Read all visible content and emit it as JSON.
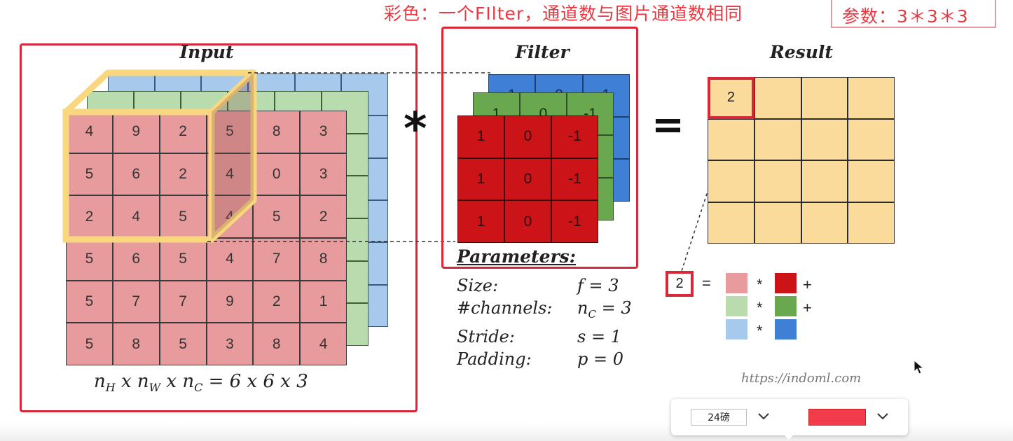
{
  "annotation": {
    "caption": "彩色：一个FIlter，通道数与图片通道数相同",
    "param_label": "参数：3＊3＊3"
  },
  "input": {
    "title": "Input",
    "red_values": [
      [
        "4",
        "9",
        "2",
        "5",
        "8",
        "3"
      ],
      [
        "5",
        "6",
        "2",
        "4",
        "0",
        "3"
      ],
      [
        "2",
        "4",
        "5",
        "4",
        "5",
        "2"
      ],
      [
        "5",
        "6",
        "5",
        "4",
        "7",
        "8"
      ],
      [
        "5",
        "7",
        "7",
        "9",
        "2",
        "1"
      ],
      [
        "5",
        "8",
        "5",
        "3",
        "8",
        "4"
      ]
    ],
    "dims_text": "= 6 x 6 x 3",
    "dims_symbols": [
      "n",
      "H",
      "x",
      "n",
      "W",
      "x",
      "n",
      "C"
    ]
  },
  "operators": {
    "conv": "*",
    "equals": "="
  },
  "filter": {
    "title": "Filter",
    "red_values": [
      [
        "1",
        "0",
        "-1"
      ],
      [
        "1",
        "0",
        "-1"
      ],
      [
        "1",
        "0",
        "-1"
      ]
    ],
    "green_top": [
      "1",
      "0",
      "-1"
    ],
    "blue_top": [
      "1",
      "0",
      "1"
    ]
  },
  "parameters": {
    "heading": "Parameters:",
    "rows": [
      {
        "label": "Size:",
        "value": "f = 3"
      },
      {
        "label": "#channels:",
        "value": "n",
        "sub": "C",
        "suffix": " = 3"
      },
      {
        "label": "Stride:",
        "value": "s = 1"
      },
      {
        "label": "Padding:",
        "value": "p = 0"
      }
    ]
  },
  "result": {
    "title": "Result",
    "first_value": "2"
  },
  "equation": {
    "lhs": "2",
    "eq": "=",
    "mul": "*",
    "plus": "+"
  },
  "watermark": "https://indoml.com",
  "toolbar": {
    "font_size": "24磅",
    "color": "#f23c4b"
  },
  "colors": {
    "accent": "#d7283a",
    "input_red": "#e89b9c",
    "input_green": "#b8dcae",
    "input_blue": "#a6c9ec",
    "filter_red": "#cc1418",
    "filter_green": "#6aa84f",
    "filter_blue": "#3f7fd6",
    "result": "#fbdb9b",
    "window_highlight": "#f8d77f"
  }
}
